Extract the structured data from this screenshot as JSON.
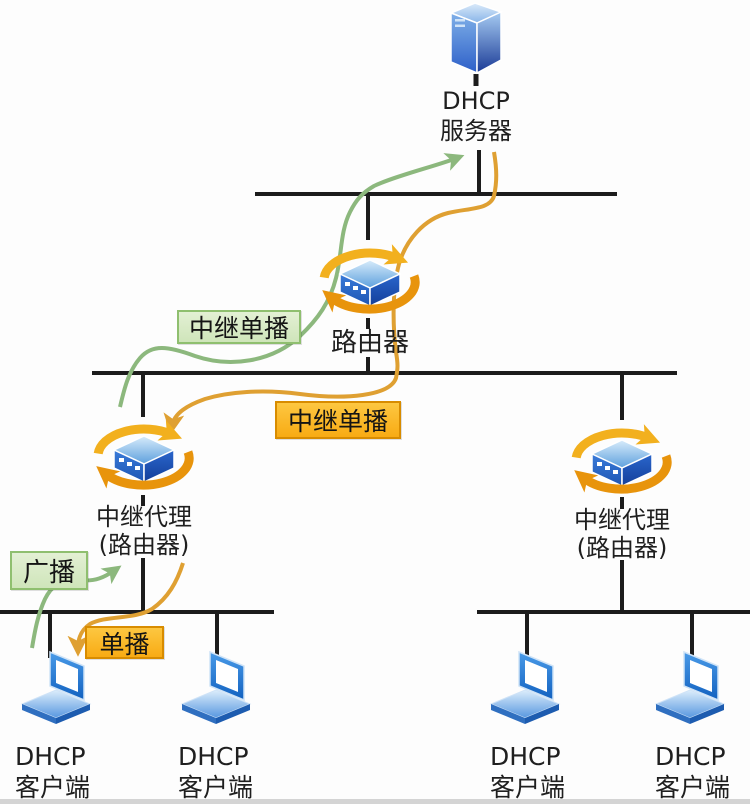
{
  "diagram": {
    "type": "network-topology",
    "subject": "DHCP relay agent message flow",
    "nodes": {
      "server": {
        "line1": "DHCP",
        "line2": "服务器"
      },
      "router": {
        "label": "路由器"
      },
      "relay_left": {
        "line1": "中继代理",
        "line2": "(路由器)"
      },
      "relay_right": {
        "line1": "中继代理",
        "line2": "(路由器)"
      },
      "clients": [
        {
          "line1": "DHCP",
          "line2": "客户端"
        },
        {
          "line1": "DHCP",
          "line2": "客户端"
        },
        {
          "line1": "DHCP",
          "line2": "客户端"
        },
        {
          "line1": "DHCP",
          "line2": "客户端"
        }
      ]
    },
    "flow_labels": {
      "relay_unicast_up": "中继单播",
      "relay_unicast_down": "中继单播",
      "broadcast": "广播",
      "unicast": "单播"
    },
    "colors": {
      "broadcast_flow_green": "#8cb87d",
      "unicast_flow_orange": "#dfa032",
      "green_label_bg": "#d9eac6",
      "green_label_border": "#8fbf6f",
      "orange_label_bg": "#fbb722",
      "orange_label_border": "#d88c00",
      "ring_gold": "#f2b01e",
      "ring_orange": "#e8940c",
      "bus_line": "#1c1c1c"
    }
  }
}
